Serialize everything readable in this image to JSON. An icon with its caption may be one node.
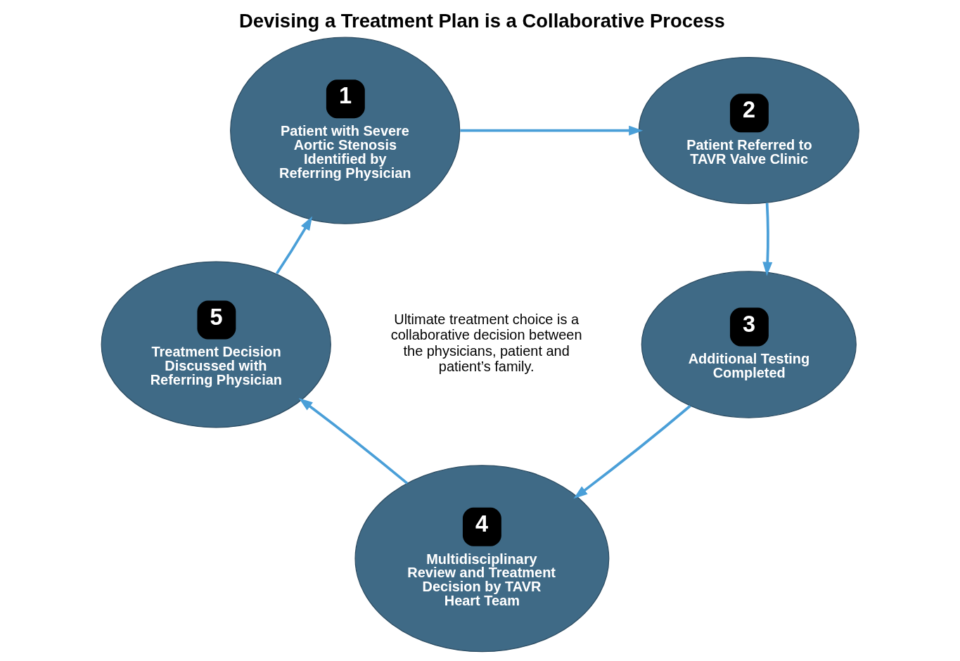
{
  "diagram": {
    "title": "Devising a Treatment Plan is a Collaborative Process",
    "nodes": [
      {
        "text": [
          "1",
          "Patient with Severe Aortic Stenosis Identified by Referring Physician"
        ]
      },
      {
        "text": [
          "2",
          "Patient Referred to TAVR Valve Clinic"
        ]
      },
      {
        "text": [
          "3",
          "Additional Testing Completed"
        ]
      },
      {
        "text": [
          "4",
          "Multidisciplinary Review and Treatment Decision by TAVR Heart Team"
        ]
      },
      {
        "text": [
          "5",
          "Treatment Decision Discussed with Referring Physician"
        ]
      }
    ],
    "edges": [
      {
        "from": 0,
        "to": 1,
        "arrow": "to"
      },
      {
        "from": 1,
        "to": 2,
        "arrow": "to"
      },
      {
        "from": 2,
        "to": 3,
        "arrow": "to"
      },
      {
        "from": 3,
        "to": 4,
        "arrow": "to"
      },
      {
        "from": 4,
        "to": 0,
        "arrow": "to"
      }
    ],
    "labels": [
      "Ultimate treatment choice is a collaborative decision between the physicians, patient and patient’s family."
    ]
  }
}
